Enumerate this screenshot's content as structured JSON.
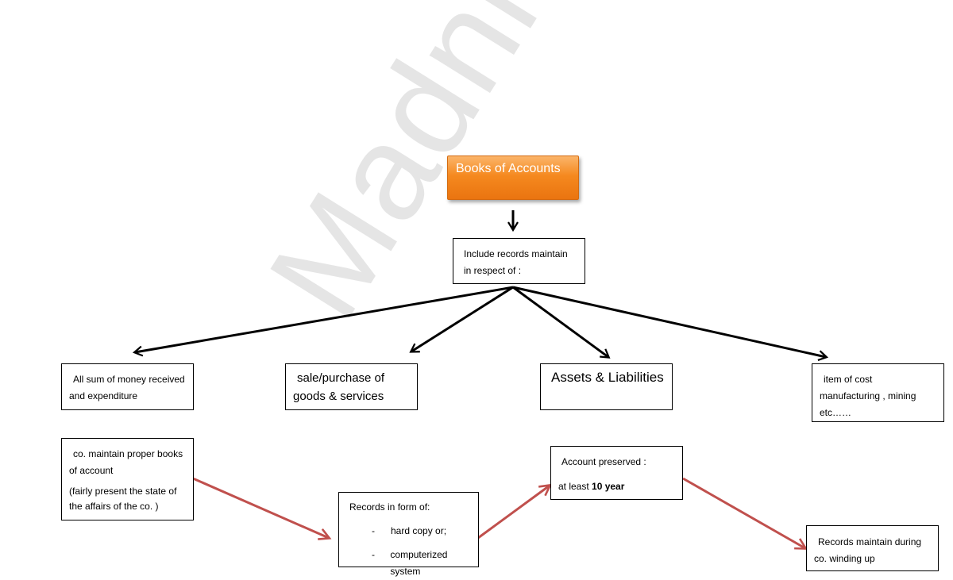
{
  "watermark": "Madni Asghar",
  "title": "Books of Accounts",
  "include_box": "Include records maintain\nin respect of :",
  "categories": [
    "All sum of money received\nand expenditure",
    "sale/purchase of\ngoods & services",
    "Assets & Liabilities",
    "item of cost\nmanufacturing , mining\netc……"
  ],
  "flow": {
    "proper_books": "co. maintain proper books\nof account",
    "fairly_present": "(fairly present the state of\nthe affairs of the co. )",
    "records_form_heading": "Records in form of:",
    "records_form_items": [
      "hard copy or;",
      "computerized system"
    ],
    "list_marker": "-",
    "preserved_heading": "Account preserved :",
    "preserved_prefix": "at least ",
    "preserved_bold": "10 year",
    "winding_up": "Records maintain during\nco. winding up"
  },
  "colors": {
    "title_fill": "#f5891f",
    "tree_arrow": "#000000",
    "flow_arrow": "#c0504d",
    "watermark": "#a0a0a0"
  }
}
